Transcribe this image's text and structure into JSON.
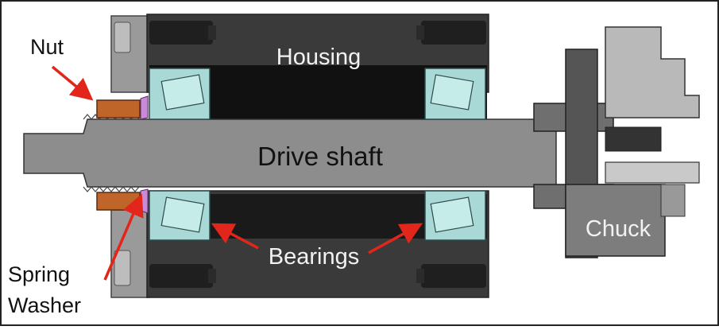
{
  "labels": {
    "nut": "Nut",
    "housing": "Housing",
    "drive_shaft": "Drive shaft",
    "bearings": "Bearings",
    "chuck": "Chuck",
    "spring_washer_line1": "Spring",
    "spring_washer_line2": "Washer"
  },
  "colors": {
    "housing": "#3a3a3a",
    "housing_bore": "#111111",
    "shaft": "#8d8d8d",
    "bearing": "#a9d9d6",
    "nut": "#c0652a",
    "spring_washer": "#c98ad8",
    "chuck": "#7d7d7d",
    "arrow": "#e3261b"
  }
}
